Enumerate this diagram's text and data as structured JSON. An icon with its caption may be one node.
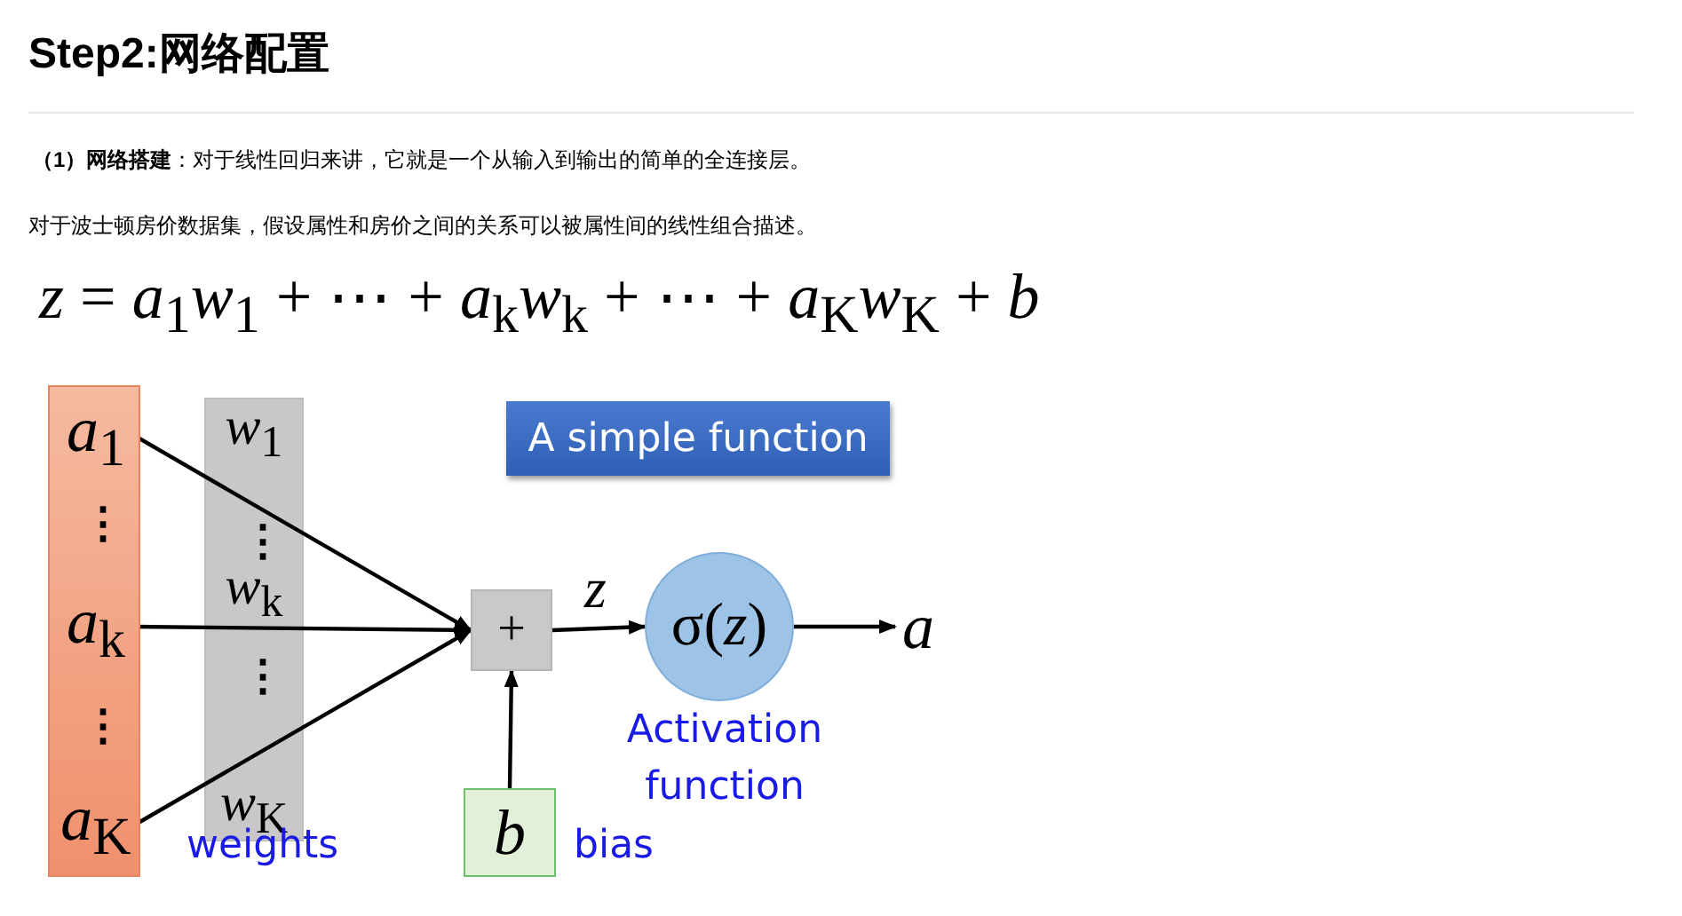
{
  "diagram": {
    "title": "Step2:网络配置",
    "nodes": [
      {
        "text": [],
        "shape": "bar"
      },
      {
        "text": [
          "*a*$_{1}$"
        ],
        "in": 0
      },
      {
        "text": [
          "*a*$_{k}$"
        ],
        "in": 0
      },
      {
        "text": [
          "*a*$_{K}$"
        ],
        "in": 0
      },
      {
        "text": [
          "A simple function"
        ]
      },
      {
        "text": [
          "+"
        ]
      },
      {
        "text": [
          "σ(*z*)"
        ],
        "beside": [
          "Activation function"
        ]
      },
      {
        "text": [
          "*a*"
        ]
      },
      {
        "text": [
          "*b*"
        ],
        "beside": [
          "bias"
        ]
      }
    ],
    "edges": [
      {
        "from": 1,
        "to": 5,
        "arrow": "to"
      },
      {
        "from": 2,
        "to": 5,
        "arrow": "to"
      },
      {
        "from": 3,
        "to": 5,
        "arrow": "to"
      },
      {
        "from": 5,
        "to": 6,
        "arrow": "to",
        "label": "*z*"
      },
      {
        "from": 6,
        "to": 7,
        "arrow": "to"
      },
      {
        "from": 8,
        "to": 5,
        "arrow": "to"
      }
    ],
    "labels": [
      "**（1）网络搭建**：对于线性回归来讲，它就是一个从输入到输出的简单的全连接层。",
      "对于波士顿房价数据集，假设属性和房价之间的关系可以被属性间的线性组合描述。",
      "*z* = *a*$_{1}$*w*$_{1}$ + ⋯ + *a*$_{k}$*w*$_{k}$ + ⋯ + *a*$_{K}$*w*$_{K}$ + *b*",
      "⋮",
      "⋮",
      "*w*$_{1}$",
      "⋮",
      "*w*$_{k}$",
      "⋮",
      "*w*$_{K}$",
      "weights"
    ]
  }
}
